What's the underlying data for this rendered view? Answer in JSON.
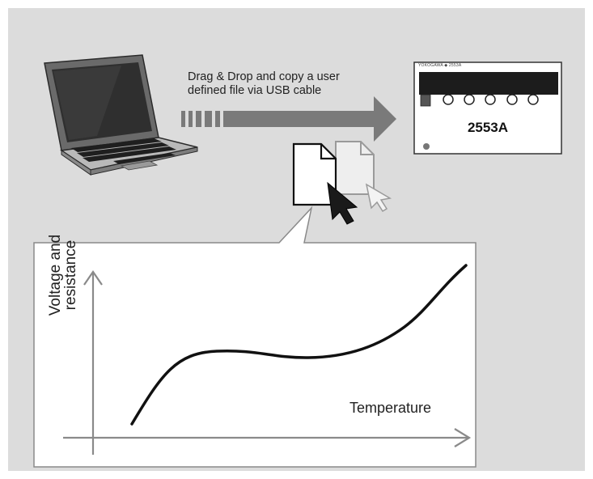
{
  "transfer_caption": {
    "line1": "Drag & Drop and copy a user",
    "line2": "defined file via USB cable"
  },
  "instrument": {
    "model_label": "2553A",
    "brand_strip": "YOKOGAWA ◆ 2553A"
  },
  "graph": {
    "ylabel_line1": "Voltage and",
    "ylabel_line2": "resistance",
    "xlabel": "Temperature"
  },
  "colors": {
    "panel": "#dcdcdc",
    "arrow": "#7a7a7a",
    "curve": "#111111",
    "axis": "#8a8a8a"
  },
  "icons": [
    "laptop-icon",
    "instrument-icon",
    "file-icon",
    "cursor-icon"
  ]
}
